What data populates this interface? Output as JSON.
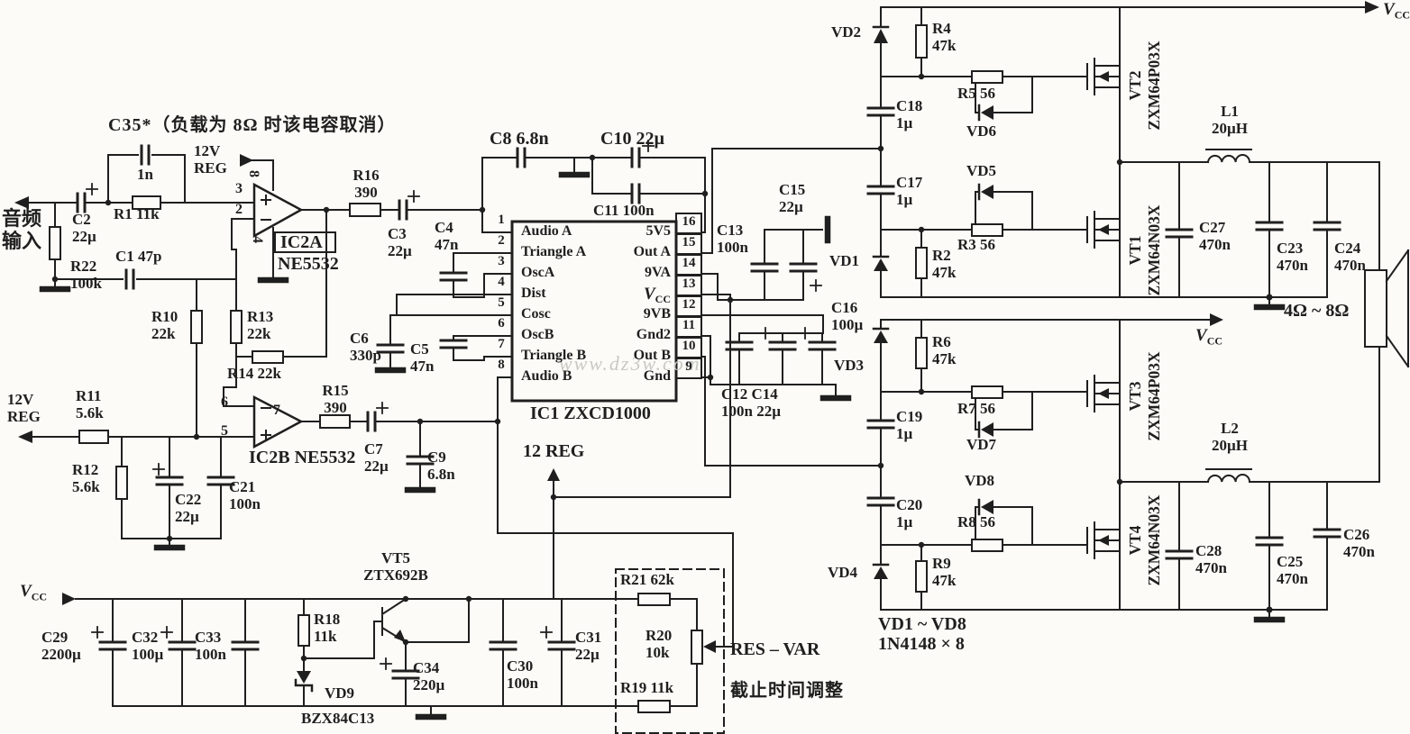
{
  "vcc": {
    "v": "V",
    "sub": "CC"
  },
  "ic1": {
    "name": "IC1 ZXCD1000",
    "pins_left": [
      {
        "num": "1",
        "name": "Audio A"
      },
      {
        "num": "2",
        "name": "Triangle A"
      },
      {
        "num": "3",
        "name": "OscA"
      },
      {
        "num": "4",
        "name": "Dist"
      },
      {
        "num": "5",
        "name": "Cosc"
      },
      {
        "num": "6",
        "name": "OscB"
      },
      {
        "num": "7",
        "name": "Triangle B"
      },
      {
        "num": "8",
        "name": "Audio B"
      }
    ],
    "pins_right": [
      {
        "num": "16",
        "name": "5V5"
      },
      {
        "num": "15",
        "name": "Out A"
      },
      {
        "num": "14",
        "name": "9VA"
      },
      {
        "num": "13",
        "name": "Vcc"
      },
      {
        "num": "12",
        "name": "9VB"
      },
      {
        "num": "11",
        "name": "Gnd2"
      },
      {
        "num": "10",
        "name": "Out B"
      },
      {
        "num": "9",
        "name": "Gnd"
      }
    ]
  },
  "opamp_a": {
    "name": "IC2A",
    "part": "NE5532",
    "pin_noninv": "3",
    "pin_inv": "2",
    "pin_vplus": "8",
    "pin_vminus": "4"
  },
  "opamp_b": {
    "name": "IC2B NE5532",
    "pin_inv": "6",
    "pin_noninv": "5",
    "pin_out": "7"
  },
  "labels": {
    "note_c35": "C35*（负载为 8Ω 时该电容取消）",
    "audio_in": "音频\n输入",
    "c35_val": "1n",
    "reg12v_a": "12V\nREG",
    "reg12v_b": "12V\nREG",
    "c2": "C2\n22µ",
    "r1": "R1 11k",
    "c1": "C1 47p",
    "r22": "R22\n100k",
    "r10": "R10\n22k",
    "r13": "R13\n22k",
    "r14": "R14 22k",
    "r16": "R16\n390",
    "c3": "C3\n22µ",
    "c4": "C4\n47n",
    "c6": "C6\n330p",
    "c5": "C5\n47n",
    "r11": "R11\n5.6k",
    "r12": "R12\n5.6k",
    "c22": "C22\n22µ",
    "c21": "C21\n100n",
    "r15": "R15\n390",
    "c7": "C7\n22µ",
    "c9": "C9\n6.8n",
    "c8": "C8 6.8n",
    "c10": "C10 22µ",
    "c11": "C11 100n",
    "reg12": "12 REG",
    "c13": "C13\n100n",
    "c15": "C15\n22µ",
    "c12c14": "C12 C14\n100n 22µ",
    "c16": "C16\n100µ",
    "vd1": "VD1",
    "vd2": "VD2",
    "vd3": "VD3",
    "vd4": "VD4",
    "vd5": "VD5",
    "vd6": "VD6",
    "vd7": "VD7",
    "vd8": "VD8",
    "r4": "R4\n47k",
    "r5": "R5 56",
    "r3": "R3 56",
    "r2": "R2\n47k",
    "r6": "R6\n47k",
    "r7": "R7 56",
    "r8": "R8 56",
    "r9": "R9\n47k",
    "c18": "C18\n1µ",
    "c17": "C17\n1µ",
    "c19": "C19\n1µ",
    "c20": "C20\n1µ",
    "vt2": "VT2\nZXM64P03X",
    "vt1": "VT1\nZXM64N03X",
    "vt3": "VT3\nZXM64P03X",
    "vt4": "VT4\nZXM64N03X",
    "l1": "L1\n20µH",
    "l2": "L2\n20µH",
    "c27": "C27\n470n",
    "c23": "C23\n470n",
    "c24": "C24\n470n",
    "c28": "C28\n470n",
    "c25": "C25\n470n",
    "c26": "C26\n470n",
    "imp": "4Ω ~ 8Ω",
    "vd_note": "VD1 ~ VD8\n1N4148 × 8",
    "c29": "C29\n2200µ",
    "c32": "C32\n100µ",
    "c33": "C33\n100n",
    "r18": "R18\n11k",
    "vd9": "VD9",
    "bzx": "BZX84C13",
    "vt5": "VT5\nZTX692B",
    "c34": "C34\n220µ",
    "c30": "C30\n100n",
    "c31": "C31\n22µ",
    "r21": "R21 62k",
    "r20": "R20\n10k",
    "r19": "R19 11k",
    "res_var": "RES – VAR",
    "cutoff": "截止时间调整",
    "watermark": "www.dz3w.com"
  }
}
